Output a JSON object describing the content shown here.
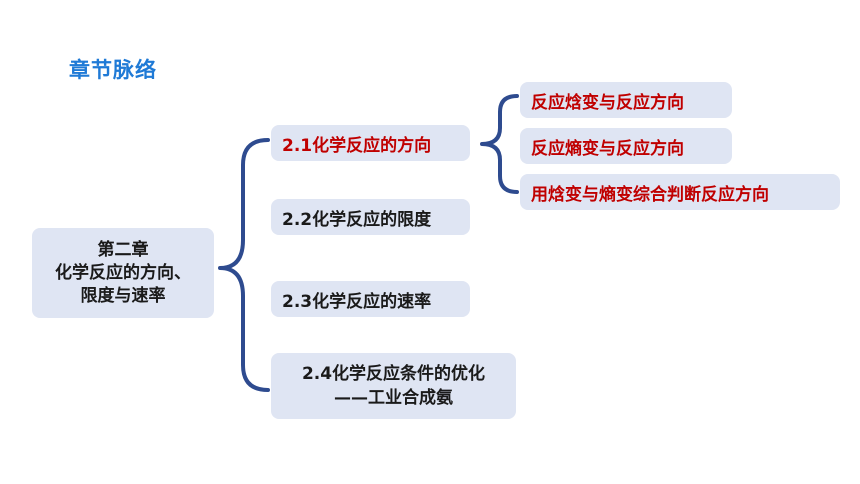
{
  "heading": "章节脉络",
  "chapter": {
    "line1": "第二章",
    "line2": "化学反应的方向、",
    "line3": "限度与速率"
  },
  "sections": [
    {
      "label": "2.1化学反应的方向"
    },
    {
      "label": "2.2化学反应的限度"
    },
    {
      "label": "2.3化学反应的速率"
    },
    {
      "line1": "2.4化学反应条件的优化",
      "line2": "——工业合成氨"
    }
  ],
  "subtopics": [
    {
      "label": "反应焓变与反应方向"
    },
    {
      "label": "反应熵变与反应方向"
    },
    {
      "label": "用焓变与熵变综合判断反应方向"
    }
  ],
  "colors": {
    "heading": "#1f7ad6",
    "highlight": "#c00000",
    "box_fill": "#dfe5f3",
    "brace": "#2e4b8f"
  }
}
